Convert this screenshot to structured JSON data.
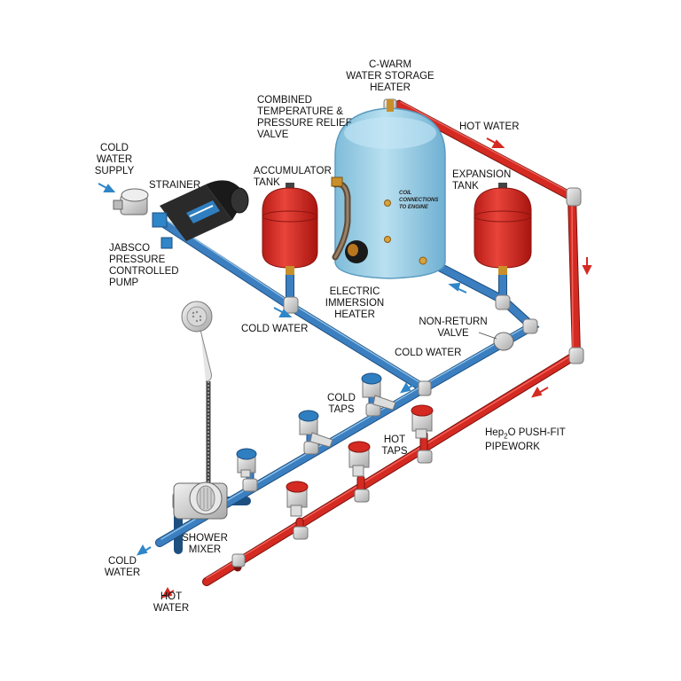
{
  "labels": {
    "cold_supply": "COLD\nWATER\nSUPPLY",
    "strainer": "STRAINER",
    "pump": "JABSCO\nPRESSURE\nCONTROLLED\nPUMP",
    "relief_valve": "COMBINED\nTEMPERATURE &\nPRESSURE RELIEF\nVALVE",
    "heater": "C-WARM\nWATER STORAGE\nHEATER",
    "hot_water_top": "HOT WATER",
    "accumulator": "ACCUMULATOR\nTANK",
    "expansion": "EXPANSION\nTANK",
    "immersion": "ELECTRIC\nIMMERSION\nHEATER",
    "cold_water_mid": "COLD WATER",
    "non_return": "NON-RETURN\nVALVE",
    "cold_water_right": "COLD WATER",
    "cold_taps": "COLD\nTAPS",
    "hot_taps": "HOT\nTAPS",
    "pipework_prefix": "Hep",
    "pipework_sub": "2",
    "pipework_suffix": "O PUSH-FIT",
    "pipework_line2": "PIPEWORK",
    "shower_mixer": "SHOWER\nMIXER",
    "cold_water_out": "COLD\nWATER",
    "hot_water_out": "HOT\nWATER",
    "coil": [
      "COIL",
      "CONNECTIONS",
      "TO ENGINE"
    ]
  },
  "colors": {
    "cold_pipe": "#3b7fc0",
    "hot_pipe": "#d42a22",
    "tank_red": "#d42a22",
    "heater_blue": "#8fc9e3",
    "arrow_blue": "#2f86c8",
    "arrow_red": "#d42a22"
  },
  "icons": [
    "pump-icon",
    "strainer-icon",
    "shower-head-icon",
    "tap-icon",
    "tank-icon"
  ]
}
